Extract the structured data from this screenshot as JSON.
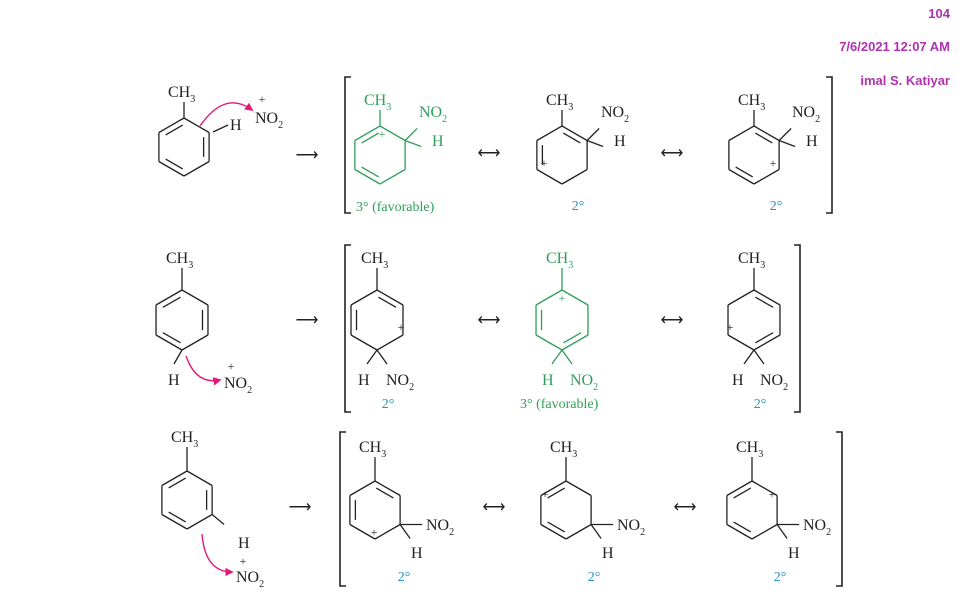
{
  "header": {
    "page_number": "104",
    "datetime": "7/6/2021 12:07 AM",
    "author": "imal S. Katiyar"
  },
  "labels": {
    "methyl": "CH",
    "methyl_sub": "3",
    "nitro": "NO",
    "nitro_sub": "2",
    "hydrogen": "H",
    "plus": "+",
    "forward_arrow": "⟶",
    "resonance_arrow": "⟷"
  },
  "captions": {
    "secondary": "2°",
    "tertiary_favorable": "3° (favorable)"
  },
  "colors": {
    "favorable": "#2e9e5a",
    "secondary_caption": "#2a8fc4",
    "curved_arrow": "#e0187a",
    "header": "#b030b0"
  }
}
